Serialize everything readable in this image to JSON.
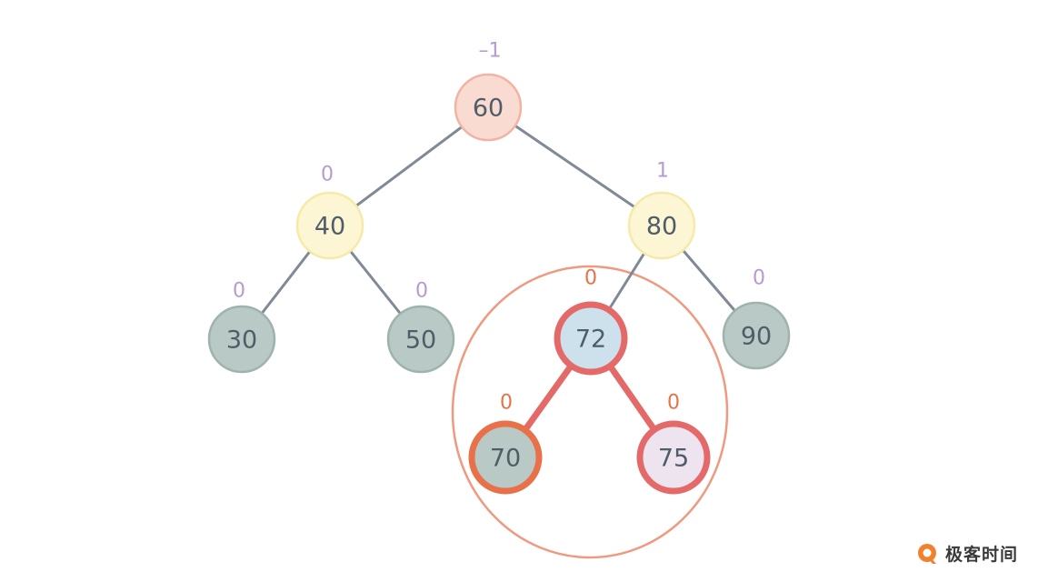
{
  "tree": {
    "nodes": [
      {
        "id": "n60",
        "label": "60",
        "balance": "–1",
        "fill": "#fadbd2",
        "stroke": "#f2b3a3",
        "bfColor": "#b79ad0"
      },
      {
        "id": "n40",
        "label": "40",
        "balance": "0",
        "fill": "#fdf6d4",
        "stroke": "#f6eaa9",
        "bfColor": "#b79ad0"
      },
      {
        "id": "n80",
        "label": "80",
        "balance": "1",
        "fill": "#fdf6d4",
        "stroke": "#f6eaa9",
        "bfColor": "#b79ad0"
      },
      {
        "id": "n30",
        "label": "30",
        "balance": "0",
        "fill": "#b9c9c5",
        "stroke": "#9fb3ae",
        "bfColor": "#b79ad0"
      },
      {
        "id": "n50",
        "label": "50",
        "balance": "0",
        "fill": "#b9c9c5",
        "stroke": "#9fb3ae",
        "bfColor": "#b79ad0"
      },
      {
        "id": "n72",
        "label": "72",
        "balance": "0",
        "fill": "#cde1ec",
        "stroke": "#e46a6a",
        "bfColor": "#e27449"
      },
      {
        "id": "n90",
        "label": "90",
        "balance": "0",
        "fill": "#b9c9c5",
        "stroke": "#9fb3ae",
        "bfColor": "#b79ad0"
      },
      {
        "id": "n70",
        "label": "70",
        "balance": "0",
        "fill": "#b9c9c5",
        "stroke": "#e8714a",
        "bfColor": "#e27449"
      },
      {
        "id": "n75",
        "label": "75",
        "balance": "0",
        "fill": "#ede4f0",
        "stroke": "#e46a6a",
        "bfColor": "#e27449"
      }
    ],
    "edges": [
      {
        "from": "n60",
        "to": "n40",
        "highlight": false
      },
      {
        "from": "n60",
        "to": "n80",
        "highlight": false
      },
      {
        "from": "n40",
        "to": "n30",
        "highlight": false
      },
      {
        "from": "n40",
        "to": "n50",
        "highlight": false
      },
      {
        "from": "n80",
        "to": "n72",
        "highlight": false
      },
      {
        "from": "n80",
        "to": "n90",
        "highlight": false
      },
      {
        "from": "n72",
        "to": "n70",
        "highlight": true
      },
      {
        "from": "n72",
        "to": "n75",
        "highlight": true
      }
    ],
    "colors": {
      "edge": "#808a96",
      "highlightEdge": "#e46a6a",
      "subtreeRing": "#ef9a80"
    }
  },
  "brand": {
    "text": "极客时间",
    "icon": "geektime-logo-icon",
    "iconColor": "#f0812f"
  }
}
